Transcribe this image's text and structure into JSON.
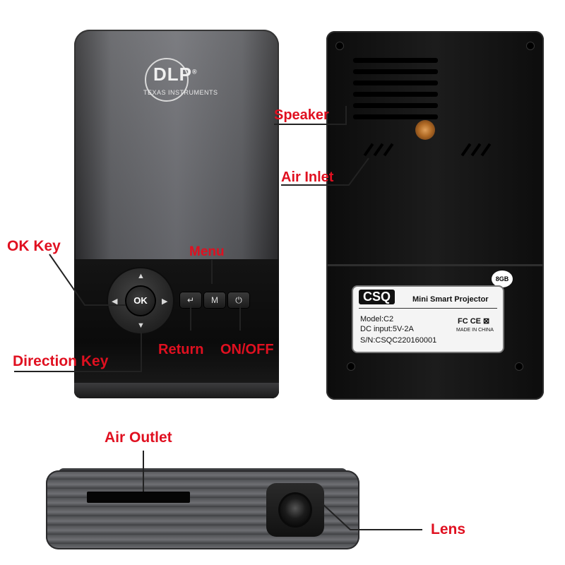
{
  "front": {
    "logo_brand": "DLP",
    "logo_registered": "®",
    "logo_maker": "TEXAS INSTRUMENTS",
    "ok_label": "OK",
    "menu_button_label": "M",
    "return_button_glyph": "↵",
    "power_button_glyph": "⏻"
  },
  "back": {
    "brand": "CSQ",
    "product": "Mini Smart Projector",
    "model": "Model:C2",
    "dc_input": "DC input:5V-2A",
    "certs": "FC CE ⊠",
    "made_in": "MADE IN CHINA",
    "serial": "S/N:CSQC220160001",
    "storage_badge": "8GB"
  },
  "callouts": {
    "ok_key": "OK Key",
    "menu": "Menu",
    "return": "Return",
    "on_off": "ON/OFF",
    "direction_key": "Direction Key",
    "speaker": "Speaker",
    "air_inlet": "Air Inlet",
    "air_outlet": "Air Outlet",
    "lens": "Lens"
  },
  "colors": {
    "callout_red": "#e01020",
    "callout_line": "#222222",
    "background": "#ffffff"
  }
}
